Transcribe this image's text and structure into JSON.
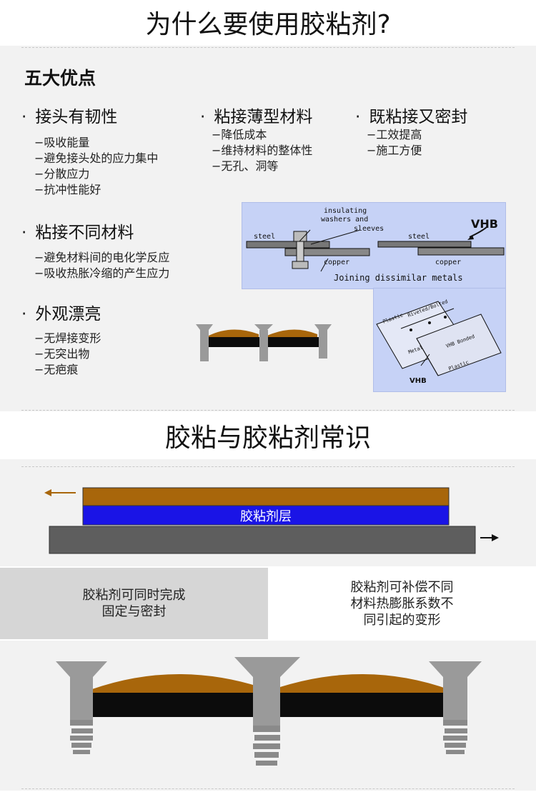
{
  "header": {
    "title": "为什么要使用胶粘剂?"
  },
  "advantages": {
    "heading": "五大优点",
    "items": [
      {
        "label": "接头有韧性",
        "subs": [
          "−吸收能量",
          "−避免接头处的应力集中",
          "−分散应力",
          "−抗冲性能好"
        ]
      },
      {
        "label": "粘接薄型材料",
        "subs": [
          "−降低成本",
          "−维持材料的整体性",
          "−无孔、洞等"
        ]
      },
      {
        "label": "既粘接又密封",
        "subs": [
          "−工效提高",
          "−施工方便"
        ]
      },
      {
        "label": "粘接不同材料",
        "subs": [
          "−避免材料间的电化学反应",
          "−吸收热胀冷缩的产生应力"
        ]
      },
      {
        "label": "外观漂亮",
        "subs": [
          "−无焊接变形",
          "−无突出物",
          "−无疤痕"
        ]
      }
    ]
  },
  "diagram_metals": {
    "insulating": "insulating",
    "washers": "washers and",
    "sleeves": "sleeves",
    "steel": "steel",
    "copper": "copper",
    "vhb": "VHB",
    "caption": "Joining dissimilar metals"
  },
  "diagram_plastic": {
    "plastic_top": "Plastic",
    "riveted": "Riveted/Bolted",
    "metal": "Metal",
    "vhb_bonded": "VHB Bonded",
    "plastic_bottom": "Plastic",
    "vhb": "VHB"
  },
  "knowledge": {
    "title": "胶粘与胶粘剂常识",
    "adhesive_layer": "胶粘剂层",
    "left_note": [
      "胶粘剂可同时完成",
      "固定与密封"
    ],
    "right_note": [
      "胶粘剂可补偿不同",
      "材料热膨胀系数不",
      "同引起的变形"
    ]
  },
  "colors": {
    "brown": "#a8660b",
    "blue": "#1a14e6",
    "dark_gray": "#5e5e5e",
    "screw_gray": "#9a9a9a",
    "black_bar": "#0c0c0c"
  }
}
